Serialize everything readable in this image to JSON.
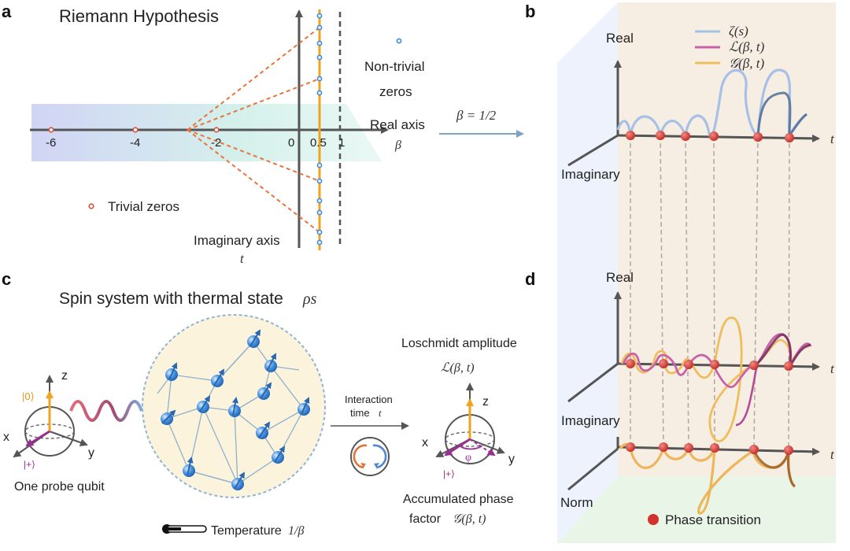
{
  "panels": {
    "a": "a",
    "b": "b",
    "c": "c",
    "d": "d"
  },
  "a": {
    "title": "Riemann Hypothesis",
    "ticks": [
      "-6",
      "-4",
      "-2",
      "0",
      "0.5",
      "1"
    ],
    "nontrivial_label_1": "Non-trivial",
    "nontrivial_label_2": "zeros",
    "real_axis_label": "Real axis",
    "real_axis_symbol": "β",
    "imag_axis_label": "Imaginary axis",
    "imag_axis_symbol": "t",
    "trivial_label": "Trivial zeros",
    "arrow_label": "β = 1/2"
  },
  "b": {
    "legend": [
      "ζ(s)",
      "ℒ(β, t)",
      "𝒢(β, t)"
    ],
    "axis_real": "Real",
    "axis_imag": "Imaginary",
    "axis_t": "t"
  },
  "c": {
    "title": "Spin system with thermal state ",
    "title_symbol": "ρs",
    "z": "z",
    "x": "x",
    "y": "y",
    "ket0": "|0⟩",
    "ketplus": "|+⟩",
    "probe": "One probe qubit",
    "interaction_1": "Interaction",
    "interaction_2": "time",
    "interaction_t": "t",
    "loschmidt": "Loschmidt amplitude",
    "loschmidt_symbol": "ℒ(β, t)",
    "phi": "φ",
    "accum_1": "Accumulated phase",
    "accum_2": "factor",
    "accum_symbol": "𝒢(β, t)",
    "temperature": "Temperature",
    "temperature_symbol": "1/β"
  },
  "d": {
    "axis_real": "Real",
    "axis_imag": "Imaginary",
    "axis_norm": "Norm",
    "axis_t": "t",
    "phase_transition": "Phase transition"
  },
  "colors": {
    "zeta": "#8fb0d8",
    "loschmidt": "#c862a8",
    "gfactor": "#f0bd5c",
    "red": "#d2322d",
    "orange": "#e8743b"
  }
}
